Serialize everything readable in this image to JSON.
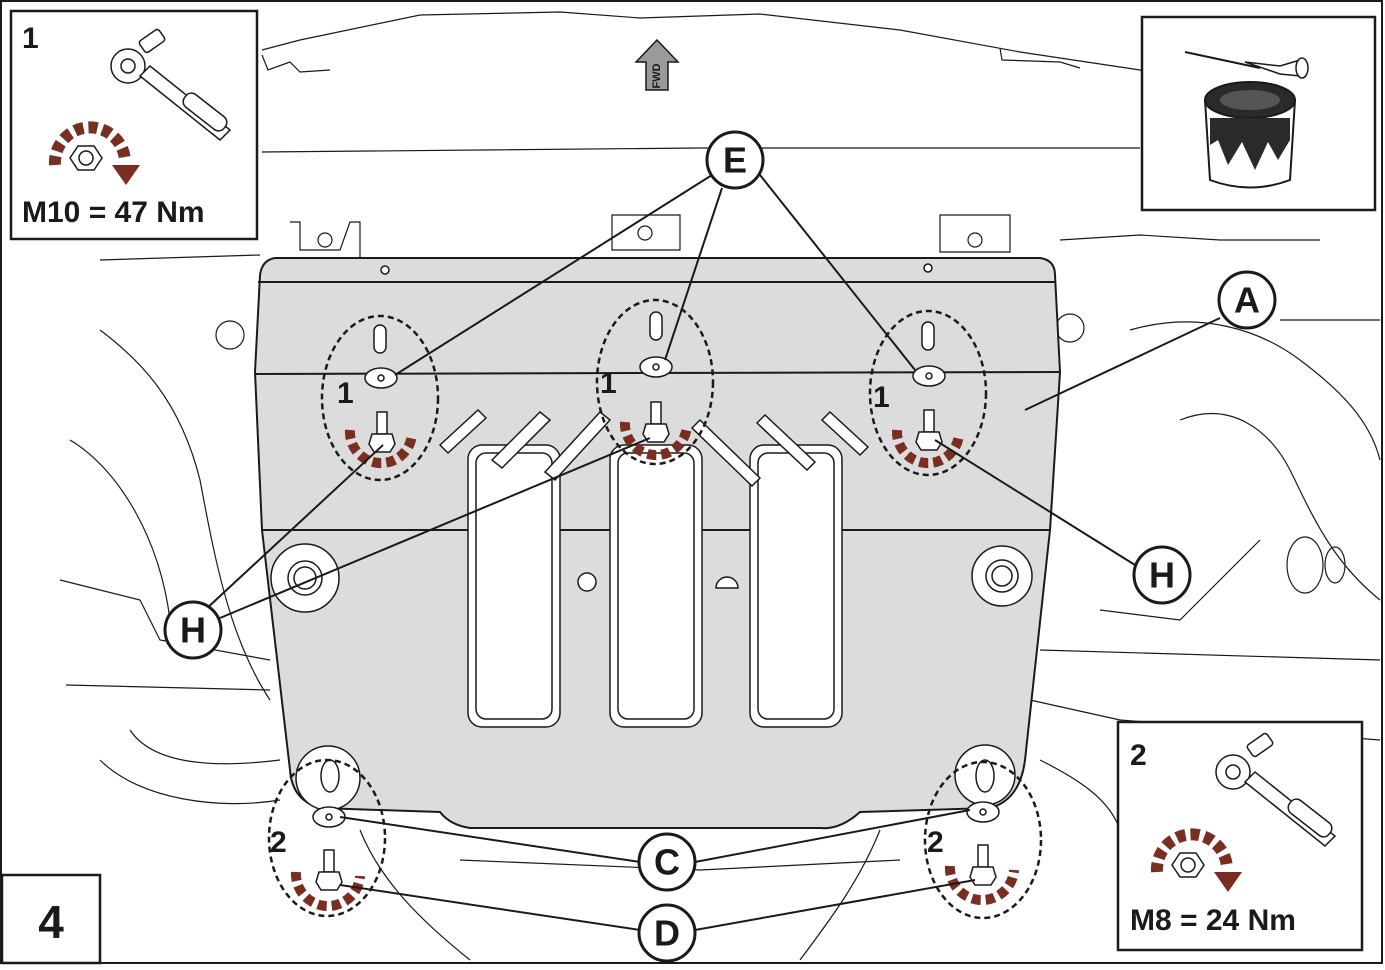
{
  "figure": {
    "step_number": "4",
    "fwd_label": "FWD"
  },
  "torque_boxes": [
    {
      "index": "1",
      "spec": "M10 =  47  Nm"
    },
    {
      "index": "2",
      "spec": "M8 =  24  Nm"
    }
  ],
  "callouts": {
    "A": "A",
    "C": "C",
    "D": "D",
    "E": "E",
    "H_left": "H",
    "H_right": "H"
  },
  "bolt_group_labels": {
    "left_top": "1",
    "center_top": "1",
    "right_top": "1",
    "left_bottom": "2",
    "right_bottom": "2"
  },
  "colors": {
    "torque_arrow": "#7a2e22",
    "plate_fill": "#dcdcdc",
    "line": "#1a1a1a"
  },
  "icons": [
    "ratchet-wrench-icon",
    "hex-bolt-icon",
    "paint-can-brush-icon",
    "fwd-arrow-icon"
  ]
}
